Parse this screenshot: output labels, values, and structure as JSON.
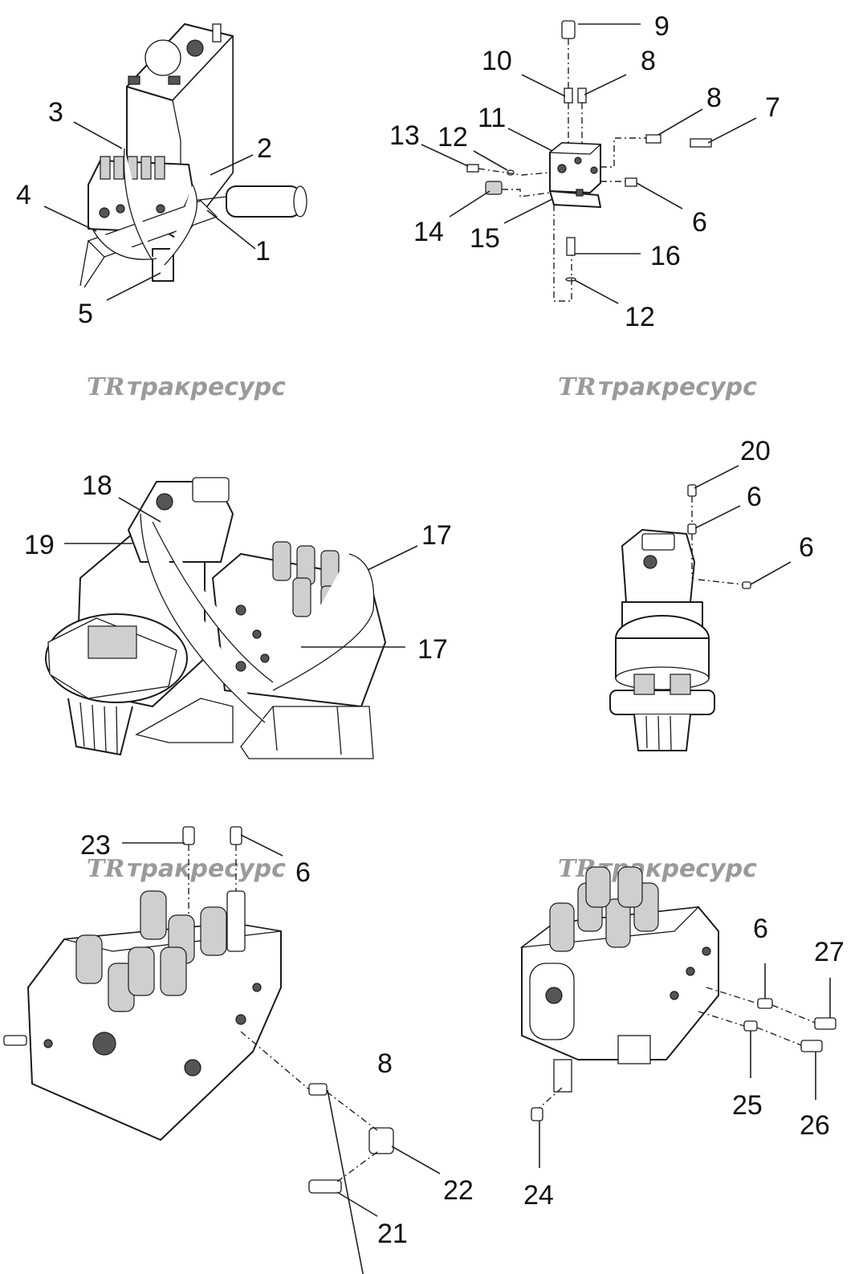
{
  "watermark": {
    "logo": "TR",
    "text": "тракресурс"
  },
  "labels": {
    "l1": "1",
    "l2": "2",
    "l3": "3",
    "l4": "4",
    "l5": "5",
    "l6a": "6",
    "l6b": "6",
    "l6c": "6",
    "l6d": "6",
    "l6e": "6",
    "l7": "7",
    "l8a": "8",
    "l8b": "8",
    "l8c": "8",
    "l9": "9",
    "l10": "10",
    "l11": "11",
    "l12a": "12",
    "l12b": "12",
    "l13": "13",
    "l14": "14",
    "l15": "15",
    "l16": "16",
    "l17a": "17",
    "l17b": "17",
    "l18": "18",
    "l19": "19",
    "l20": "20",
    "l21": "21",
    "l22": "22",
    "l23": "23",
    "l24": "24",
    "l25": "25",
    "l26": "26",
    "l27": "27"
  }
}
